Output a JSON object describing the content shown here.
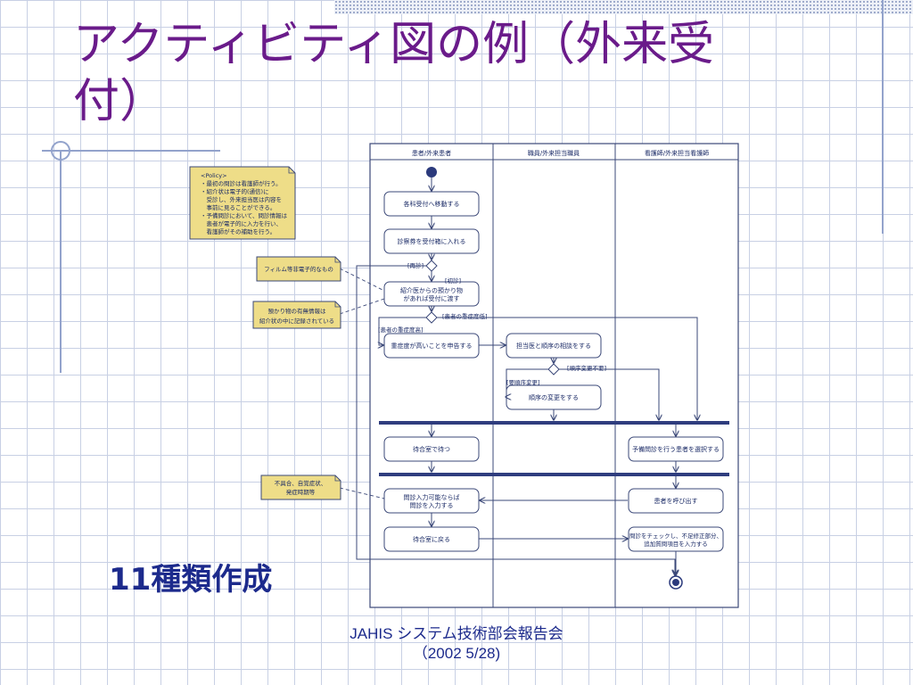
{
  "slide": {
    "title": "アクティビティ図の例（外来受付）",
    "subtitle": "11種類作成",
    "footer_line1": "JAHIS システム技術部会報告会",
    "footer_line2": "（2002 5/28)"
  },
  "diagram": {
    "lanes": [
      "患者/外来患者",
      "職員/外来担当職員",
      "看護師/外来担当看護師"
    ],
    "activities": [
      {
        "id": "move",
        "lines": [
          "各科受付へ移動する"
        ]
      },
      {
        "id": "card",
        "lines": [
          "診察券を受付箱に入れる"
        ]
      },
      {
        "id": "letter",
        "lines": [
          "紹介医からの預かり物",
          "があれば受付に渡す"
        ]
      },
      {
        "id": "declare",
        "lines": [
          "重症度が高いことを申告する"
        ]
      },
      {
        "id": "consult",
        "lines": [
          "担当医と順序の相談をする"
        ]
      },
      {
        "id": "change",
        "lines": [
          "順序の変更をする"
        ]
      },
      {
        "id": "wait",
        "lines": [
          "待合室で待つ"
        ]
      },
      {
        "id": "select",
        "lines": [
          "予備問診を行う患者を選択する"
        ]
      },
      {
        "id": "inputq",
        "lines": [
          "問診入力可能ならば",
          "問診を入力する"
        ]
      },
      {
        "id": "call",
        "lines": [
          "患者を呼び出す"
        ]
      },
      {
        "id": "back",
        "lines": [
          "待合室に戻る"
        ]
      },
      {
        "id": "check",
        "lines": [
          "問診をチェックし、不足修正部分、",
          "追加質問項目を入力する"
        ]
      }
    ],
    "guards": [
      "[再診]",
      "[初診]",
      "[患者の重症度低]",
      "[患者の重症度高]",
      "[順序変更不要]",
      "[要順序変更]"
    ],
    "notes": {
      "policy": [
        "<Policy>",
        "・最初の問診は看護師が行う。",
        "・紹介状は電子的(通信)に",
        "　受診し、外来担当医は内容を",
        "　事前に見ることができる。",
        "・予備問診において、問診情報は",
        "　患者が電子的に入力を行い、",
        "　看護師がその補助を行う。"
      ],
      "film": [
        "フィルム等非電子的なもの"
      ],
      "deposit": [
        "預かり物の有無情報は",
        "紹介状の中に記録されている"
      ],
      "symptom": [
        "不具合、自覚症状、",
        "発症時期等"
      ]
    }
  },
  "colors": {
    "title": "#6a1b8a",
    "accent": "#1c2a8c",
    "note_fill": "#eedd88",
    "diagram_line": "#3b4878"
  }
}
